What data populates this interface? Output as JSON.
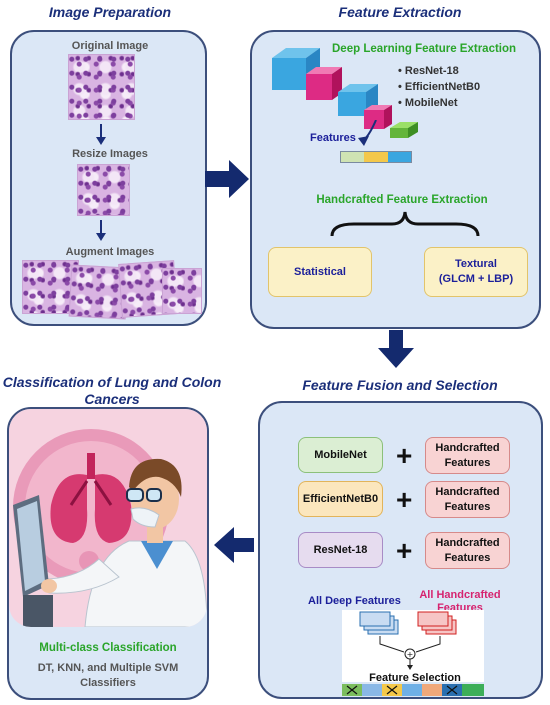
{
  "image_preparation": {
    "title": "Image Preparation",
    "original_label": "Original Image",
    "resize_label": "Resize Images",
    "augment_label": "Augment Images"
  },
  "feature_extraction": {
    "title": "Feature Extraction",
    "deep_title": "Deep Learning Feature Extraction",
    "models": [
      "ResNet-18",
      "EfficientNetB0",
      "MobileNet"
    ],
    "features_label": "Features",
    "handcrafted_title": "Handcrafted Feature Extraction",
    "statistical_label": "Statistical",
    "textural_line1": "Textural",
    "textural_line2": "(GLCM + LBP)"
  },
  "fusion": {
    "title": "Feature Fusion and Selection",
    "rows": [
      {
        "model": "MobileNet",
        "handcrafted": "Handcrafted Features"
      },
      {
        "model": "EfficientNetB0",
        "handcrafted": "Handcrafted Features"
      },
      {
        "model": "ResNet-18",
        "handcrafted": "Handcrafted Features"
      }
    ],
    "all_deep_label": "All Deep Features",
    "all_handcrafted_label": "All Handcrafted Features",
    "selection_label": "Feature Selection",
    "plus_symbol": "+"
  },
  "classification": {
    "title": "Classification of Lung and Colon Cancers",
    "multiclass_label": "Multi-class Classification",
    "classifiers_label": "DT, KNN, and Multiple SVM Classifiers"
  },
  "colors": {
    "panel_bg": "#dbe7f6",
    "panel_border": "#3c4f7c",
    "arrow": "#142a6e",
    "green_text": "#2aa52a",
    "navy_text": "#1b1f9a",
    "magenta_text": "#d6236f"
  }
}
